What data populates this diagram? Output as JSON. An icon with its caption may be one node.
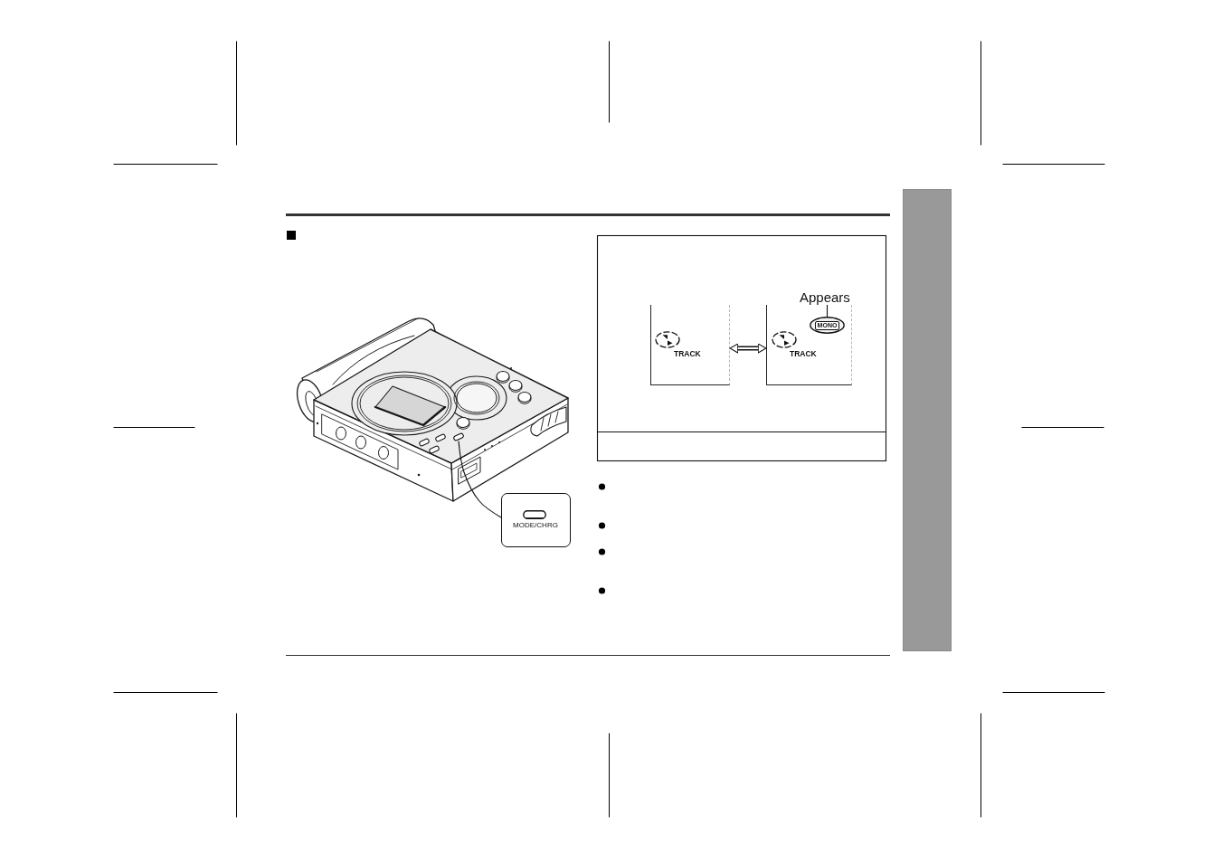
{
  "diagram": {
    "nodes": [
      {
        "text": [],
        "shape": "picture"
      },
      {
        "text": [],
        "shape": "box",
        "in": 0
      },
      {
        "text": [
          "MODE/CHRG"
        ]
      },
      {
        "text": [],
        "shape": "box"
      },
      {
        "text": [
          "TRACK"
        ],
        "in": 3
      },
      {
        "text": [
          "TRACK"
        ],
        "in": 3
      },
      {
        "text": [
          "Appears"
        ],
        "in": 3
      },
      {
        "text": [
          "MONO"
        ],
        "in": 5
      },
      {
        "text": [],
        "shape": "bar"
      }
    ],
    "edges": [
      {
        "from": 2,
        "to": 1,
        "arrow": "none"
      },
      {
        "from": 4,
        "to": 5,
        "arrow": "both",
        "style": "thick"
      },
      {
        "from": 6,
        "to": 7,
        "arrow": "none"
      }
    ]
  }
}
